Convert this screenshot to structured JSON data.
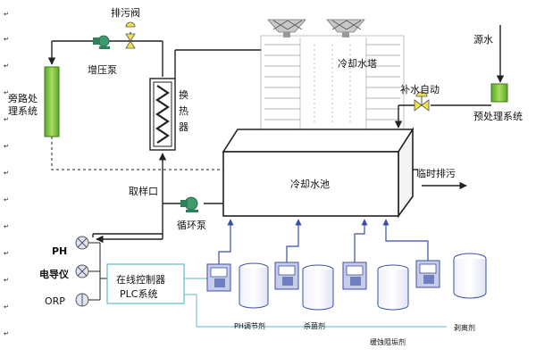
{
  "labels": {
    "drain_valve": "排污阀",
    "booster_pump": "增压泵",
    "bypass_system_line1": "旁路处",
    "bypass_system_line2": "理系统",
    "heat_exchanger_c1": "换",
    "heat_exchanger_c2": "热",
    "heat_exchanger_c3": "器",
    "cooling_tower": "冷却水塔",
    "makeup_auto": "补水自动",
    "source_water": "源水",
    "pretreatment_system": "预处理系统",
    "cooling_pool": "冷却水池",
    "temp_drain": "临时排污",
    "sampling_port": "取样口",
    "circulation_pump": "循环泵",
    "ph": "PH",
    "conductivity_meter": "电导仪",
    "orp": "ORP",
    "controller_line1": "在线控制器",
    "controller_line2": "PLC系统",
    "dosing_ph": "PH调节剂",
    "dosing_biocide": "杀菌剂",
    "dosing_inhibitor": "缓蚀阻垢剂",
    "dosing_stripper": "剥离剂"
  },
  "colors": {
    "line": "#222222",
    "pipe_blue": "#3b4fa8",
    "controller_cyan": "#5fb8d0",
    "green_unit": "#7ec242",
    "pump_green": "#3f9a6e",
    "valve_yellow": "#f2e24a",
    "tower_gray": "#8a8a8a"
  }
}
